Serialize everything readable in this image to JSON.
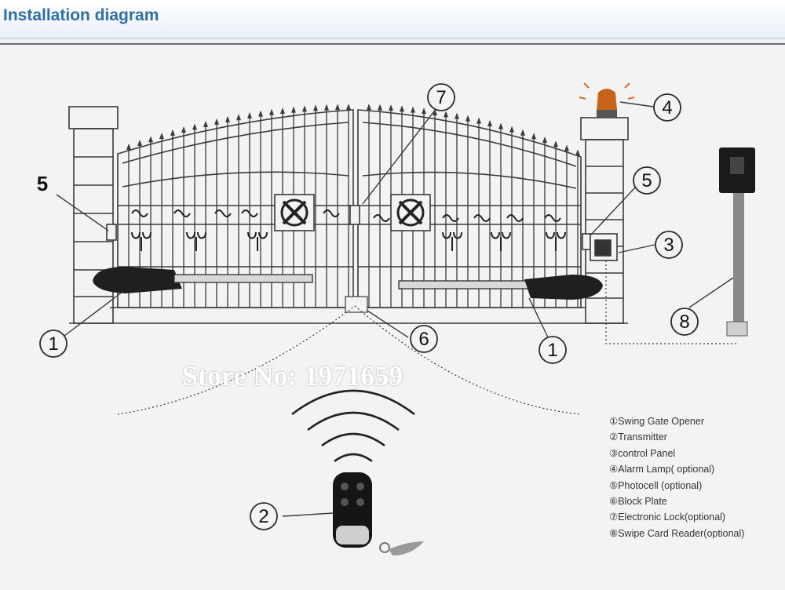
{
  "page": {
    "title": "Installation diagram"
  },
  "watermark": "Store No: 1971659",
  "callouts": [
    {
      "id": "c1-left",
      "text": "1",
      "style": "circle"
    },
    {
      "id": "c1-right",
      "text": "1",
      "style": "circle"
    },
    {
      "id": "c2",
      "text": "2",
      "style": "circle"
    },
    {
      "id": "c3",
      "text": "3",
      "style": "circle"
    },
    {
      "id": "c4",
      "text": "4",
      "style": "circle"
    },
    {
      "id": "c5-left",
      "text": "5",
      "style": "plain"
    },
    {
      "id": "c5-right",
      "text": "5",
      "style": "circle"
    },
    {
      "id": "c6",
      "text": "6",
      "style": "circle"
    },
    {
      "id": "c7",
      "text": "7",
      "style": "circle"
    },
    {
      "id": "c8",
      "text": "8",
      "style": "circle"
    }
  ],
  "legend": [
    {
      "num": "①",
      "label": "Swing Gate Opener"
    },
    {
      "num": "②",
      "label": "Transmitter"
    },
    {
      "num": "③",
      "label": "control Panel"
    },
    {
      "num": "④",
      "label": "Alarm Lamp( optional)"
    },
    {
      "num": "⑤",
      "label": "Photocell (optional)"
    },
    {
      "num": "⑥",
      "label": "Block Plate"
    },
    {
      "num": "⑦",
      "label": "Electronic Lock(optional)"
    },
    {
      "num": "⑧",
      "label": "Swipe Card Reader(optional)"
    }
  ],
  "colors": {
    "title": "#2e6fa8",
    "line": "#3a3a3a",
    "opener": "#222222",
    "lamp": "#c8641a",
    "background": "#f3f3f4"
  },
  "icons": [
    "alarm-lamp-icon",
    "remote-control-icon",
    "card-reader-icon",
    "control-panel-icon",
    "photocell-icon",
    "lock-icon",
    "block-plate-icon"
  ]
}
